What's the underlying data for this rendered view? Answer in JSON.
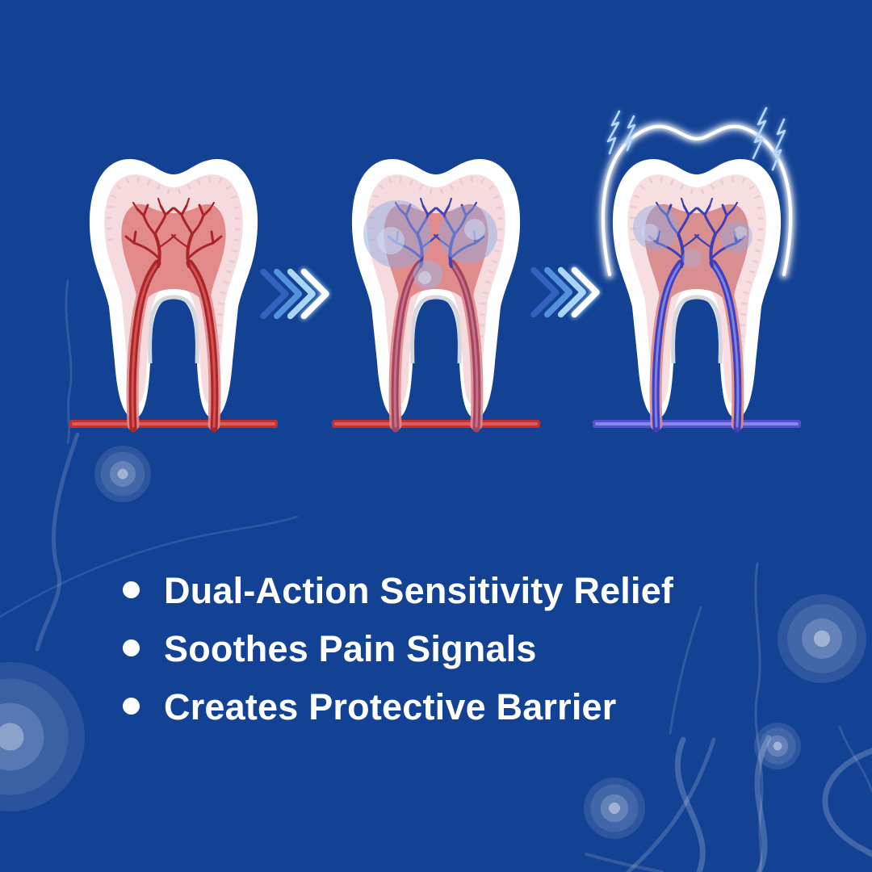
{
  "canvas": {
    "background_color": "#134193",
    "kind": "dental-sensitivity-infographic"
  },
  "diagram": {
    "stages": [
      {
        "icon": "sensitive-tooth-icon",
        "nerve_color": "#aa2328",
        "gum_line_color": "#c23132"
      },
      {
        "icon": "soothed-tooth-icon",
        "nerve_color": "#3f46b4",
        "soothe_bubble_color": "#8fa9e0",
        "gum_line_color": "#c23132"
      },
      {
        "icon": "protected-tooth-icon",
        "nerve_color": "#3c3fb6",
        "barrier_color": "#ffffff",
        "lightning_color": "#b9d7f8",
        "gum_line_color": "#5451cf"
      }
    ],
    "arrow_icon": "triple-chevron-right-icon",
    "arrow_colors": [
      "#3a6cc9",
      "#5a9ae4",
      "#aad6f6",
      "#ffffff"
    ],
    "decor_icons": [
      "nerve-squiggle-lines",
      "ripple-glow-circles"
    ]
  },
  "bullets": {
    "items": [
      "Dual-Action Sensitivity Relief",
      "Soothes Pain Signals",
      "Creates Protective Barrier"
    ],
    "text_color": "#ffffff"
  }
}
